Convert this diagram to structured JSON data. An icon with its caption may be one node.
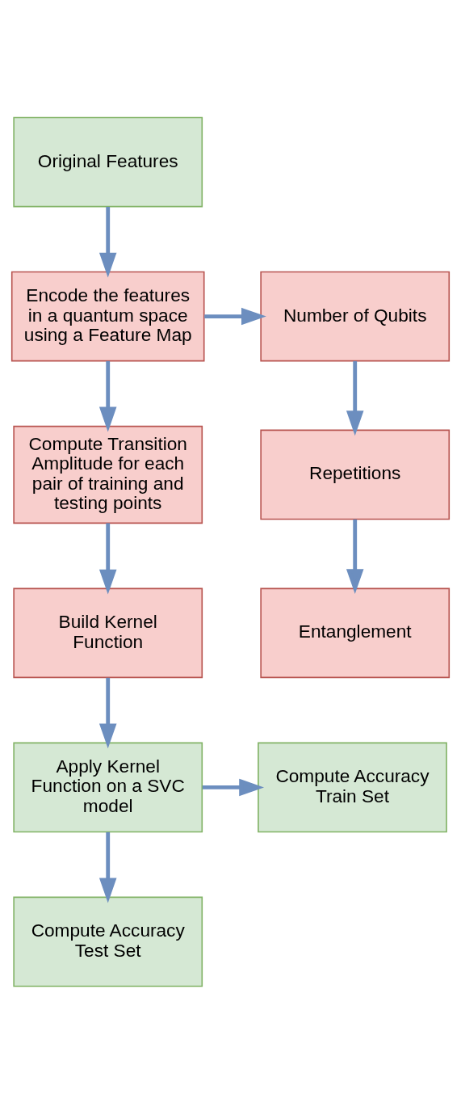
{
  "diagram": {
    "nodes": [
      {
        "text": [
          "Original Features"
        ]
      },
      {
        "text": [
          "Encode the features in a quantum space using a Feature Map"
        ]
      },
      {
        "text": [
          "Number of Qubits"
        ]
      },
      {
        "text": [
          "Repetitions"
        ]
      },
      {
        "text": [
          "Entanglement"
        ]
      },
      {
        "text": [
          "Compute Transition Amplitude for each pair of training and testing points"
        ]
      },
      {
        "text": [
          "Build Kernel Function"
        ]
      },
      {
        "text": [
          "Apply Kernel Function on a SVC model"
        ]
      },
      {
        "text": [
          "Compute Accuracy Train Set"
        ]
      },
      {
        "text": [
          "Compute Accuracy Test Set"
        ]
      }
    ],
    "edges": [
      {
        "from": 0,
        "to": 1,
        "arrow": "to"
      },
      {
        "from": 1,
        "to": 2,
        "arrow": "to"
      },
      {
        "from": 2,
        "to": 3,
        "arrow": "to"
      },
      {
        "from": 3,
        "to": 4,
        "arrow": "to"
      },
      {
        "from": 1,
        "to": 5,
        "arrow": "to"
      },
      {
        "from": 5,
        "to": 6,
        "arrow": "to"
      },
      {
        "from": 6,
        "to": 7,
        "arrow": "to"
      },
      {
        "from": 7,
        "to": 8,
        "arrow": "to"
      },
      {
        "from": 7,
        "to": 9,
        "arrow": "to"
      }
    ]
  }
}
